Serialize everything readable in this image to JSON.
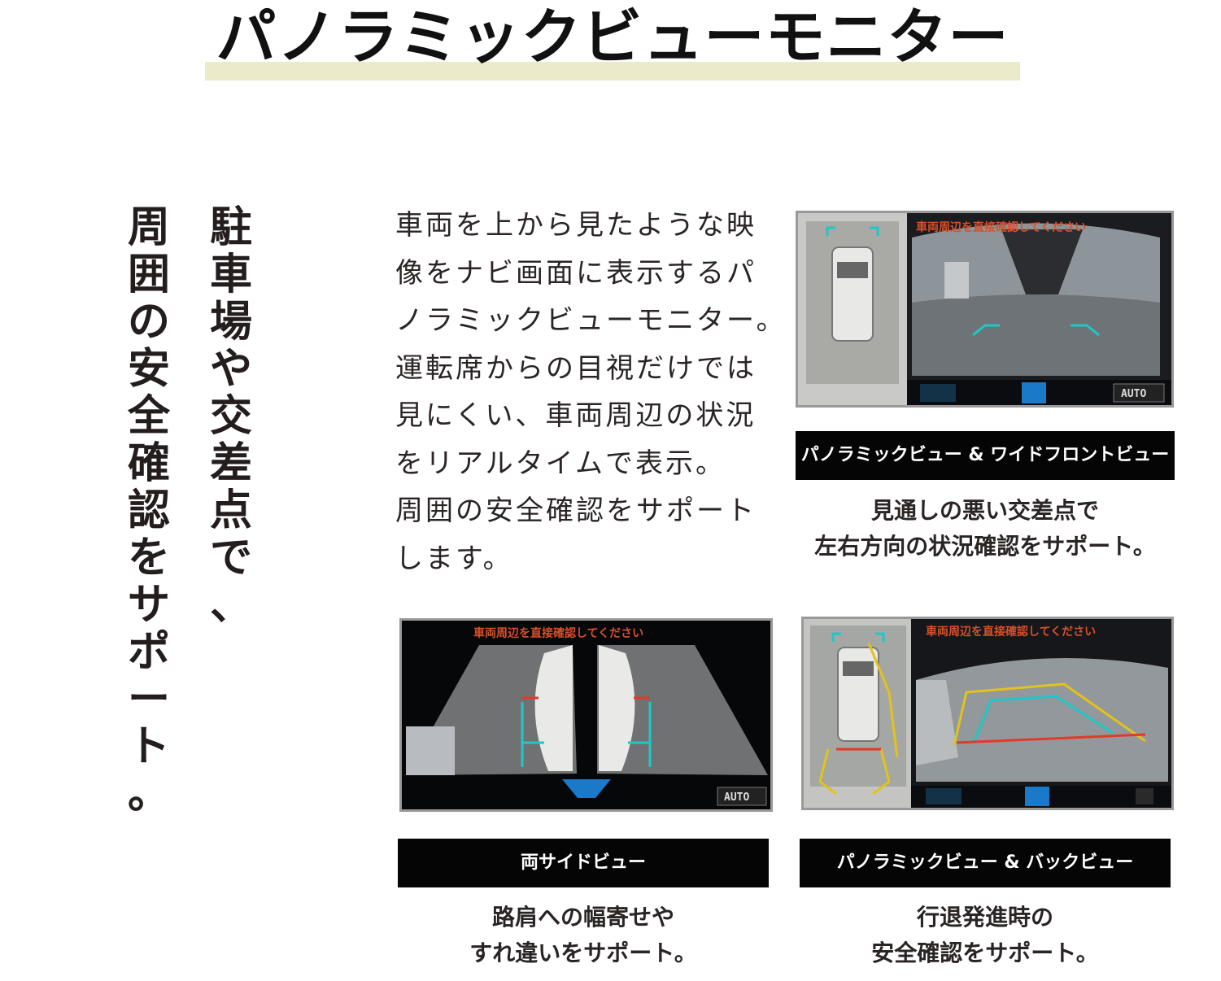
{
  "title": "パノラミックビューモニター",
  "headline": {
    "col1": "駐車場や交差点で、",
    "col2": "周囲の安全確認をサポート。"
  },
  "intro": {
    "lines": [
      "車両を上から見たような映",
      "像をナビ画面に表示するパ",
      "ノラミックビューモニター。",
      "運転席からの目視だけでは",
      "見にくい、車両周辺の状況",
      "をリアルタイムで表示。",
      "周囲の安全確認をサポート",
      "します。"
    ]
  },
  "screen_text": {
    "warning": "車両周辺を直接確認してください",
    "auto": "AUTO"
  },
  "views": [
    {
      "label": "パノラミックビュー & ワイドフロントビュー",
      "caption": [
        "見通しの悪い交差点で",
        "左右方向の状況確認をサポート。"
      ]
    },
    {
      "label": "両サイドビュー",
      "caption": [
        "路肩への幅寄せや",
        "すれ違いをサポート。"
      ]
    },
    {
      "label": "パノラミックビュー & バックビュー",
      "caption": [
        "行退発進時の",
        "安全確認をサポート。"
      ]
    }
  ],
  "colors": {
    "title_underline": "#ecebc9",
    "label_bg": "#050505",
    "guide_cyan": "#1fc7c7",
    "guide_yellow": "#e2c21b",
    "guide_red": "#e23a2a"
  }
}
